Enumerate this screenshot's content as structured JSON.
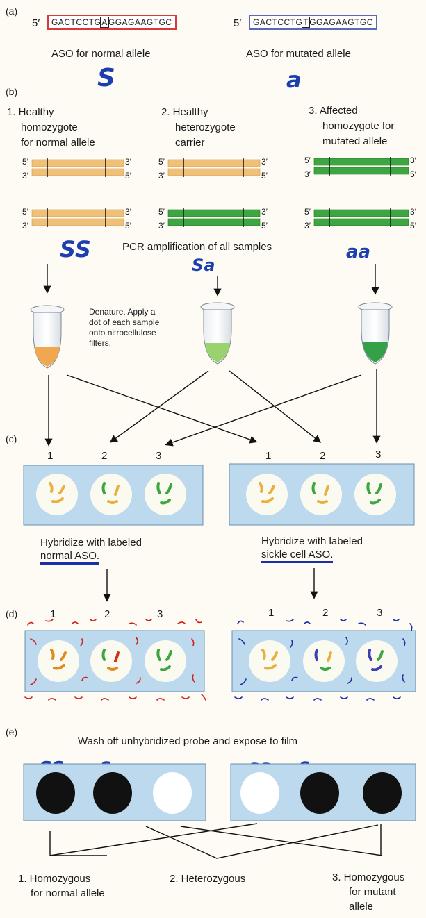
{
  "section_labels": {
    "a": "(a)",
    "b": "(b)",
    "c": "(c)",
    "d": "(d)",
    "e": "(e)"
  },
  "aso": {
    "prime_left": "5′",
    "normal_seq_a": "GACTCCTG",
    "normal_seq_b": "A",
    "normal_seq_c": "GGAGAAGTGC",
    "mutated_seq_a": "GACTCCTG",
    "mutated_seq_b": "T",
    "mutated_seq_c": "GGAGAAGTGC",
    "normal_label": "ASO for normal allele",
    "mutated_label": "ASO for mutated allele",
    "normal_hand": "S",
    "mutated_hand": "a"
  },
  "samples": [
    {
      "title_lines": [
        "1. Healthy",
        "homozygote",
        "for normal allele"
      ]
    },
    {
      "title_lines": [
        "2. Healthy",
        "heterozygote",
        "carrier"
      ]
    },
    {
      "title_lines": [
        "3. Affected",
        "homozygote for",
        "mutated allele"
      ]
    }
  ],
  "ends": {
    "p5": "5′",
    "p3": "3′"
  },
  "pcr_label": "PCR amplification of all samples",
  "hand_genotypes": {
    "ss": "SS",
    "sa": "Sa",
    "aa": "aa"
  },
  "denature_note": [
    "Denature. Apply a",
    "dot of each sample",
    "onto nitrocellulose",
    "filters."
  ],
  "dot_numbers": [
    "1",
    "2",
    "3"
  ],
  "hybridize_left": {
    "line1": "Hybridize with labeled",
    "line2": "normal ASO."
  },
  "hybridize_right": {
    "line1": "Hybridize with labeled",
    "line2": "sickle cell ASO."
  },
  "wash_label": "Wash off unhybridized probe and expose to film",
  "results": [
    {
      "lines": [
        "1. Homozygous",
        "for normal allele"
      ]
    },
    {
      "lines": [
        "2. Heterozygous"
      ]
    },
    {
      "lines": [
        "3. Homozygous",
        "for mutant",
        "allele"
      ]
    }
  ],
  "colors": {
    "normal_dna": "#f0c078",
    "mutant_dna": "#3da640",
    "filter": "#bcd9ee",
    "normal_probe": "#d02020",
    "sickle_probe": "#1c2fa6",
    "hand_ink": "#1c3fb0"
  }
}
